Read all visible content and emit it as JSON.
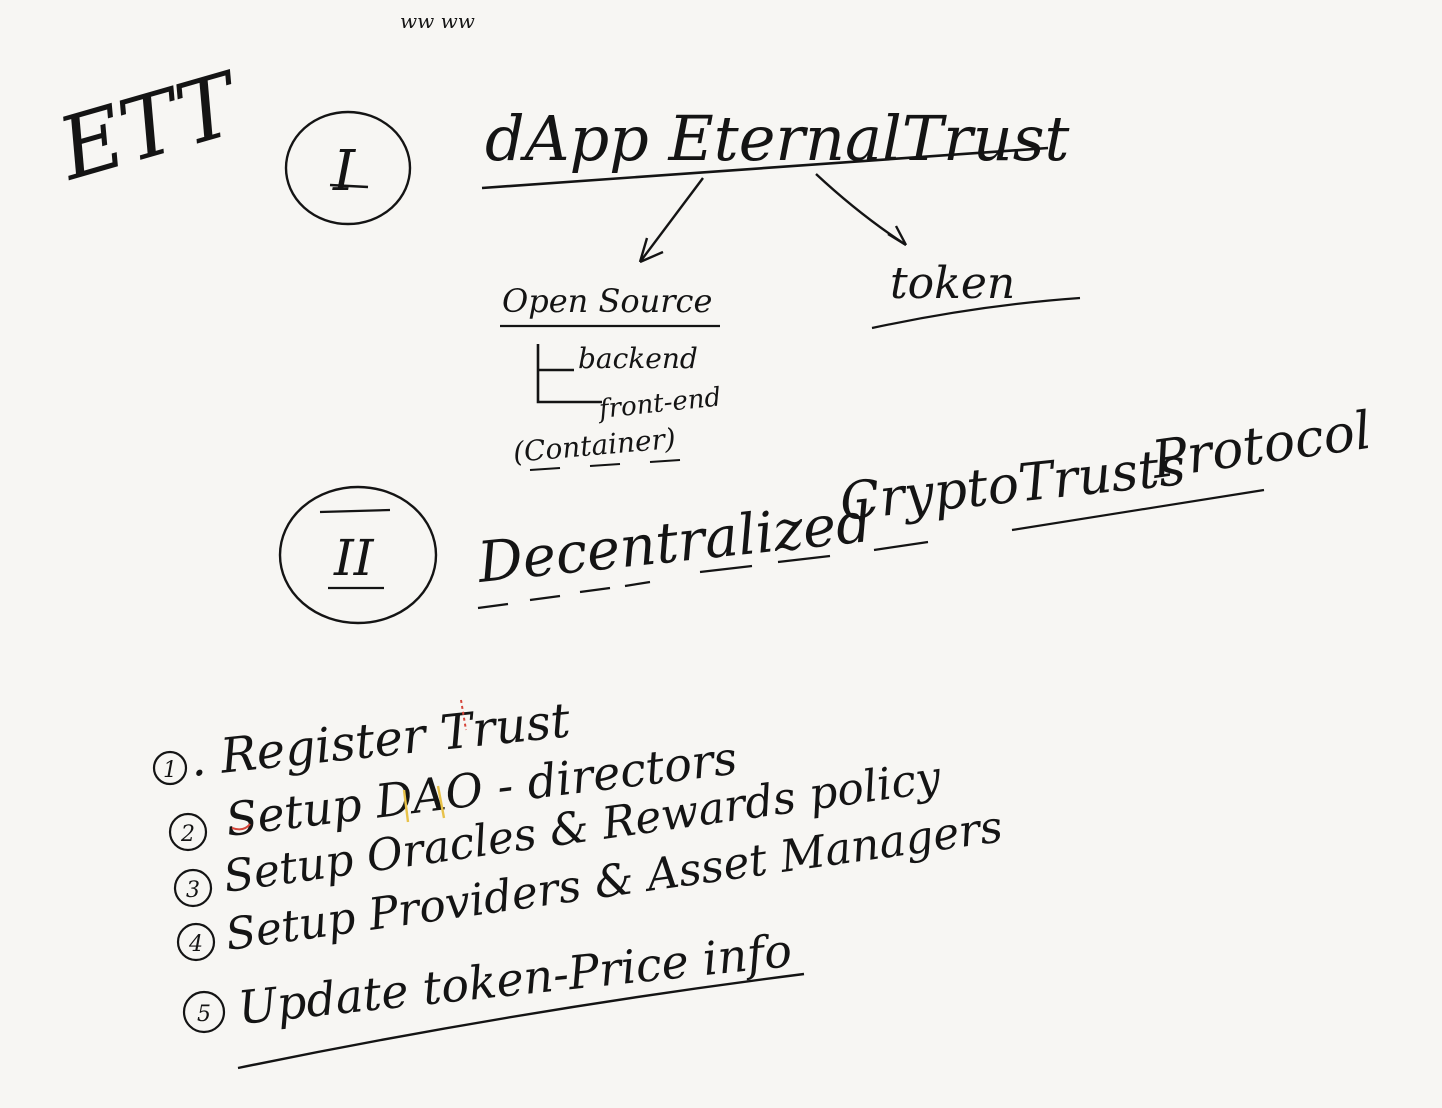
{
  "top_scribble": "ww ww",
  "corner_label": "ETT",
  "sections": [
    {
      "numeral": "I",
      "title": "dApp EternalTrust",
      "branches": [
        {
          "label": "Open Source",
          "children": [
            "backend",
            "front-end"
          ],
          "note": "(Container)"
        },
        {
          "label": "token"
        }
      ]
    },
    {
      "numeral": "II",
      "title_words": [
        "Decentralized",
        "CryptoTrusts",
        "Protocol"
      ]
    }
  ],
  "steps": [
    {
      "number": "1",
      "text": ". Register Trust"
    },
    {
      "number": "2",
      "text": "Setup DAO - directors"
    },
    {
      "number": "3",
      "text": "Setup Oracles & Rewards policy"
    },
    {
      "number": "4",
      "text": "Setup Providers & Asset Managers"
    },
    {
      "number": "5",
      "text": "Update token-Price info"
    }
  ],
  "colors": {
    "ink": "#141414",
    "paper": "#f7f6f3",
    "highlight_yellow": "#e8c24a",
    "highlight_red": "#d6453a"
  }
}
